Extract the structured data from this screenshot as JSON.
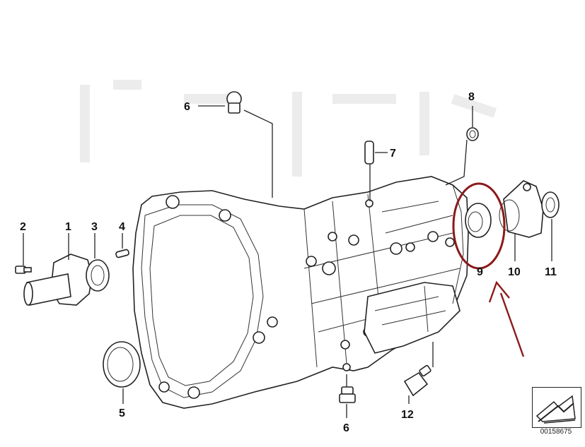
{
  "callouts": {
    "c1": "1",
    "c2": "2",
    "c3": "3",
    "c4": "4",
    "c5": "5",
    "c6_top": "6",
    "c6_bottom": "6",
    "c7": "7",
    "c8": "8",
    "c9": "9",
    "c10": "10",
    "c11": "11",
    "c12": "12"
  },
  "reference_code": "00158675",
  "colors": {
    "line": "#222222",
    "highlight_circle": "#8b1a1a",
    "arrow": "#8b1a1a"
  },
  "icons": {
    "reference": "page-reference-arrow-icon"
  }
}
